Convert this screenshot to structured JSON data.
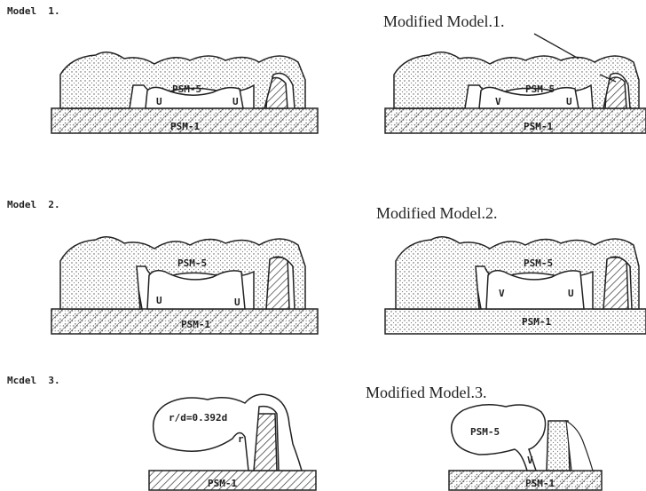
{
  "panels": {
    "m1": {
      "title": "Model  1.",
      "upper": "PSM-5",
      "lower": "PSM-1",
      "left_letter": "U",
      "right_letter": "U"
    },
    "mm1": {
      "title": "Modified Model.1.",
      "upper": "PSM-5",
      "lower": "PSM-1",
      "left_letter": "V",
      "right_letter": "U"
    },
    "m2": {
      "title": "Model  2.",
      "upper": "PSM-5",
      "lower": "PSM-1",
      "left_letter": "U",
      "right_letter": "U"
    },
    "mm2": {
      "title": "Modified Model.2.",
      "upper": "PSM-5",
      "lower": "PSM-1",
      "left_letter": "V",
      "right_letter": "U"
    },
    "m3": {
      "title": "Mcdel  3.",
      "annotation": "r/d=0.392d",
      "small_letter": "r",
      "lower": "PSM-1"
    },
    "mm3": {
      "title": "Modified Model.3.",
      "upper": "PSM-5",
      "lower": "PSM-1",
      "small_letter": "V"
    }
  }
}
